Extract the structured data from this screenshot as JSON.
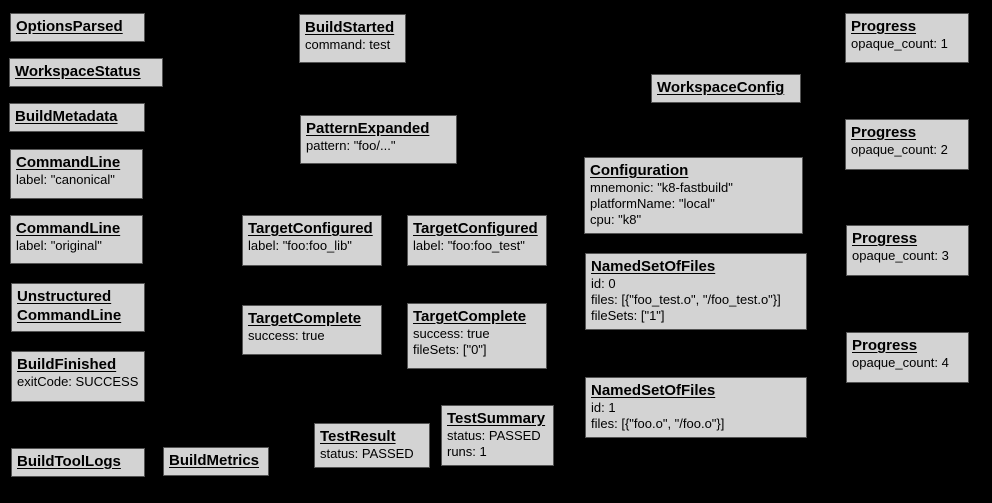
{
  "diagram": {
    "colors": {
      "background": "#000000",
      "box_fill": "#d3d3d3",
      "box_border": "#545454",
      "text": "#000000"
    },
    "boxes": {
      "options_parsed": {
        "title": "OptionsParsed",
        "lines": []
      },
      "workspace_status": {
        "title": "WorkspaceStatus",
        "lines": []
      },
      "build_metadata": {
        "title": "BuildMetadata",
        "lines": []
      },
      "command_line_canonical": {
        "title": "CommandLine",
        "lines": [
          "label: \"canonical\""
        ]
      },
      "command_line_original": {
        "title": "CommandLine",
        "lines": [
          "label: \"original\""
        ]
      },
      "unstructured_command_line": {
        "title": "Unstructured CommandLine",
        "lines": []
      },
      "build_finished": {
        "title": "BuildFinished",
        "lines": [
          "exitCode: SUCCESS"
        ]
      },
      "build_tool_logs": {
        "title": "BuildToolLogs",
        "lines": []
      },
      "build_metrics": {
        "title": "BuildMetrics",
        "lines": []
      },
      "build_started": {
        "title": "BuildStarted",
        "lines": [
          "command: test"
        ]
      },
      "pattern_expanded": {
        "title": "PatternExpanded",
        "lines": [
          "pattern: \"foo/...\""
        ]
      },
      "target_configured_lib": {
        "title": "TargetConfigured",
        "lines": [
          "label: \"foo:foo_lib\""
        ]
      },
      "target_configured_test": {
        "title": "TargetConfigured",
        "lines": [
          "label: \"foo:foo_test\""
        ]
      },
      "target_complete_lib": {
        "title": "TargetComplete",
        "lines": [
          "success: true"
        ]
      },
      "target_complete_test": {
        "title": "TargetComplete",
        "lines": [
          "success: true",
          "fileSets: [\"0\"]"
        ]
      },
      "test_result": {
        "title": "TestResult",
        "lines": [
          "status: PASSED"
        ]
      },
      "test_summary": {
        "title": "TestSummary",
        "lines": [
          "status: PASSED",
          "runs: 1"
        ]
      },
      "workspace_config": {
        "title": "WorkspaceConfig",
        "lines": []
      },
      "configuration": {
        "title": "Configuration",
        "lines": [
          "mnemonic: \"k8-fastbuild\"",
          "platformName: \"local\"",
          "cpu: \"k8\""
        ]
      },
      "named_set_of_files_0": {
        "title": "NamedSetOfFiles",
        "lines": [
          "id: 0",
          "files: [{\"foo_test.o\", \"/foo_test.o\"}]",
          "fileSets: [\"1\"]"
        ]
      },
      "named_set_of_files_1": {
        "title": "NamedSetOfFiles",
        "lines": [
          "id: 1",
          "files: [{\"foo.o\", \"/foo.o\"}]"
        ]
      },
      "progress_1": {
        "title": "Progress",
        "lines": [
          "opaque_count: 1"
        ]
      },
      "progress_2": {
        "title": "Progress",
        "lines": [
          "opaque_count: 2"
        ]
      },
      "progress_3": {
        "title": "Progress",
        "lines": [
          "opaque_count: 3"
        ]
      },
      "progress_4": {
        "title": "Progress",
        "lines": [
          "opaque_count: 4"
        ]
      }
    }
  }
}
